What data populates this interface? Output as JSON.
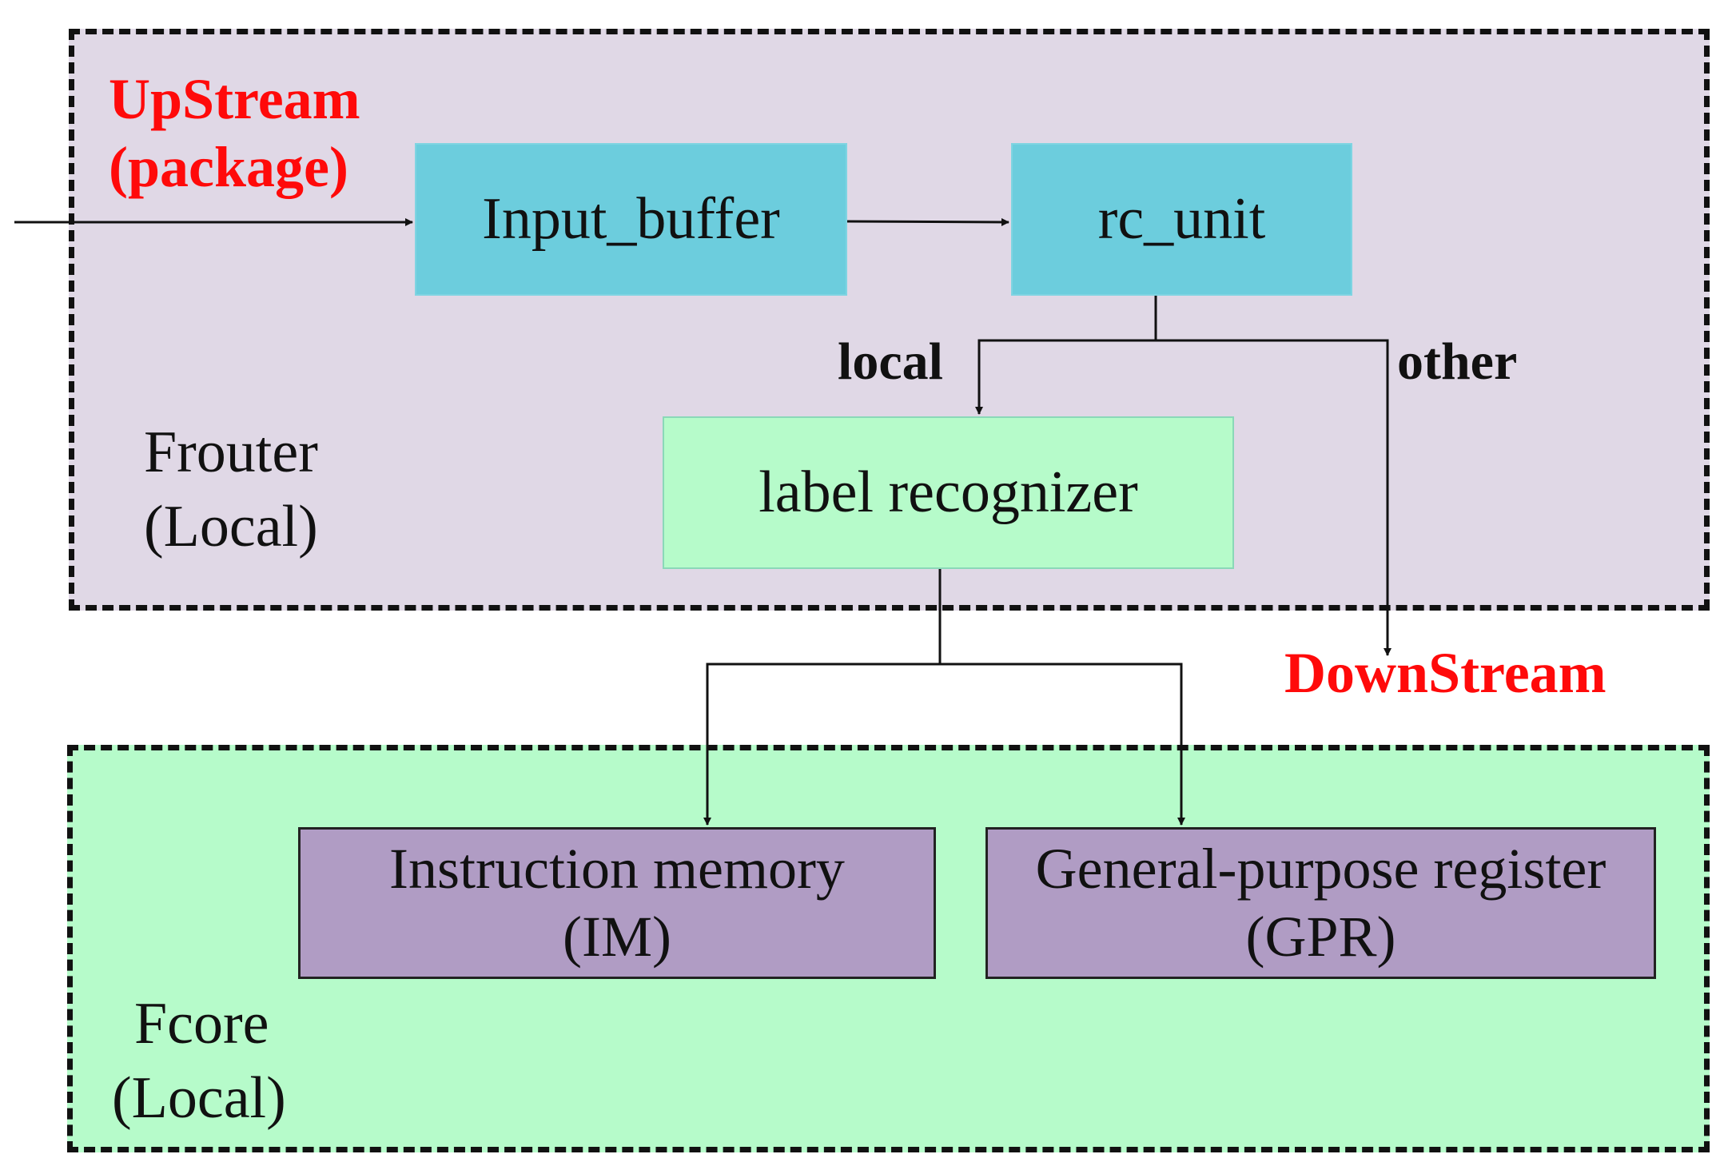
{
  "diagram": {
    "upstream": {
      "line1": "UpStream",
      "line2": "(package)"
    },
    "downstream": "DownStream",
    "branch_local": "local",
    "branch_other": "other",
    "frouter": {
      "line1": "Frouter",
      "line2": "(Local)"
    },
    "fcore": {
      "line1": "Fcore",
      "line2": "(Local)"
    },
    "nodes": {
      "input_buffer": "Input_buffer",
      "rc_unit": "rc_unit",
      "label_recognizer": "label recognizer",
      "instruction_memory": {
        "line1": "Instruction memory",
        "line2": "(IM)"
      },
      "general_purpose_register": {
        "line1": "General-purpose register",
        "line2": "(GPR)"
      }
    }
  },
  "colors": {
    "frouter_fill": "#e0d8e6",
    "fcore_fill": "#b6fbca",
    "cyan_box": "#6ccddd",
    "green_box": "#b6fbca",
    "purple_box": "#b09cc4",
    "accent_red": "#ff0a0a"
  }
}
